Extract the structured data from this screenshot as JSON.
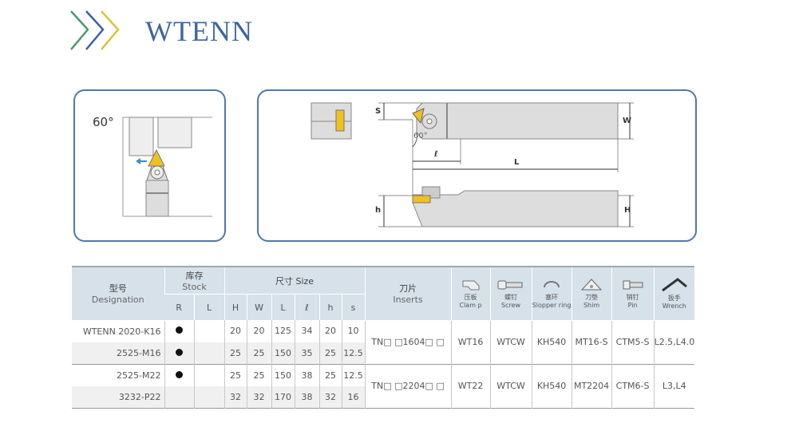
{
  "header": {
    "title": "WTENN",
    "colors": {
      "title": "#3d66a0",
      "chevron1": "#4a9a6a",
      "chevron2": "#3b5fb0",
      "chevron3": "#d8c43a",
      "insert": "#f0c020"
    }
  },
  "diagram_left": {
    "angle_label": "60°"
  },
  "diagram_right": {
    "s": "S",
    "w": "W",
    "angle": "60°",
    "l_small": "ℓ",
    "L": "L",
    "h": "h",
    "H": "H"
  },
  "table": {
    "headers": {
      "designation_zh": "型号",
      "designation_en": "Designation",
      "stock_zh": "库存",
      "stock_en": "Stock",
      "size": "尺寸 Size",
      "inserts_zh": "刀片",
      "inserts_en": "Inserts",
      "clamp_zh": "压板",
      "clamp_en": "Clam p",
      "screw_zh": "螺钉",
      "screw_en": "Screw",
      "ring_zh": "塞环",
      "ring_en": "Slopper ring",
      "shim_zh": "刀垫",
      "shim_en": "Shim",
      "pin_zh": "销钉",
      "pin_en": "Pin",
      "wrench_zh": "扳手",
      "wrench_en": "Wrench",
      "stock_cols": [
        "R",
        "L"
      ],
      "size_cols": [
        "H",
        "W",
        "L",
        "ℓ",
        "h",
        "s"
      ]
    },
    "rows": [
      {
        "designation": "WTENN 2020-K16",
        "R": "●",
        "L": "",
        "H": "20",
        "W": "20",
        "Lsz": "125",
        "l": "34",
        "h": "20",
        "s": "10"
      },
      {
        "designation": "2525-M16",
        "R": "●",
        "L": "",
        "H": "25",
        "W": "25",
        "Lsz": "150",
        "l": "35",
        "h": "25",
        "s": "12.5"
      },
      {
        "designation": "2525-M22",
        "R": "●",
        "L": "",
        "H": "25",
        "W": "25",
        "Lsz": "150",
        "l": "38",
        "h": "25",
        "s": "12.5"
      },
      {
        "designation": "3232-P22",
        "R": "",
        "L": "",
        "H": "32",
        "W": "32",
        "Lsz": "170",
        "l": "38",
        "h": "32",
        "s": "16"
      }
    ],
    "groups": [
      {
        "inserts": "TN□ □1604□ □",
        "clamp": "WT16",
        "screw": "WTCW",
        "ring": "KH540",
        "shim": "MT16-S",
        "pin": "CTM5-S",
        "wrench": "L2.5,L4.0"
      },
      {
        "inserts": "TN□ □2204□ □",
        "clamp": "WT22",
        "screw": "WTCW",
        "ring": "KH540",
        "shim": "MT2204",
        "pin": "CTM6-S",
        "wrench": "L3,L4"
      }
    ]
  }
}
